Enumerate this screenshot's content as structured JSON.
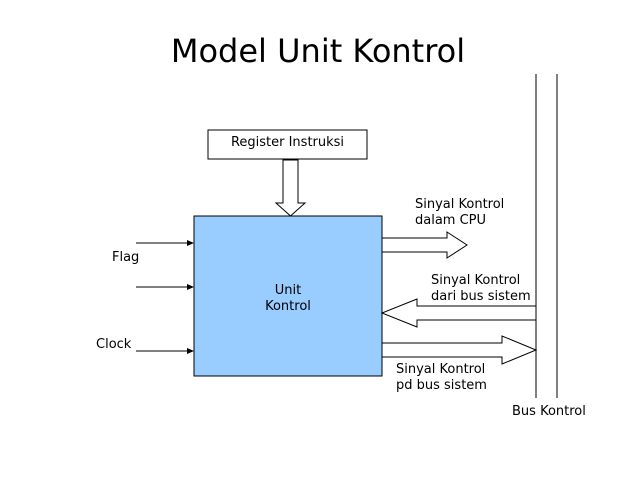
{
  "title": "Model Unit Kontrol",
  "register_box": {
    "label": "Register Instruksi"
  },
  "control_unit": {
    "line1": "Unit",
    "line2": "Kontrol",
    "fill_color": "#99ccff"
  },
  "inputs": {
    "flag_label": "Flag",
    "clock_label": "Clock"
  },
  "outputs": {
    "cpu_signal_line1": "Sinyal Kontrol",
    "cpu_signal_line2": "dalam CPU",
    "bus_in_line1": "Sinyal Kontrol",
    "bus_in_line2": "dari bus sistem",
    "bus_out_line1": "Sinyal Kontrol",
    "bus_out_line2": "pd bus sistem"
  },
  "bus": {
    "label": "Bus Kontrol"
  }
}
